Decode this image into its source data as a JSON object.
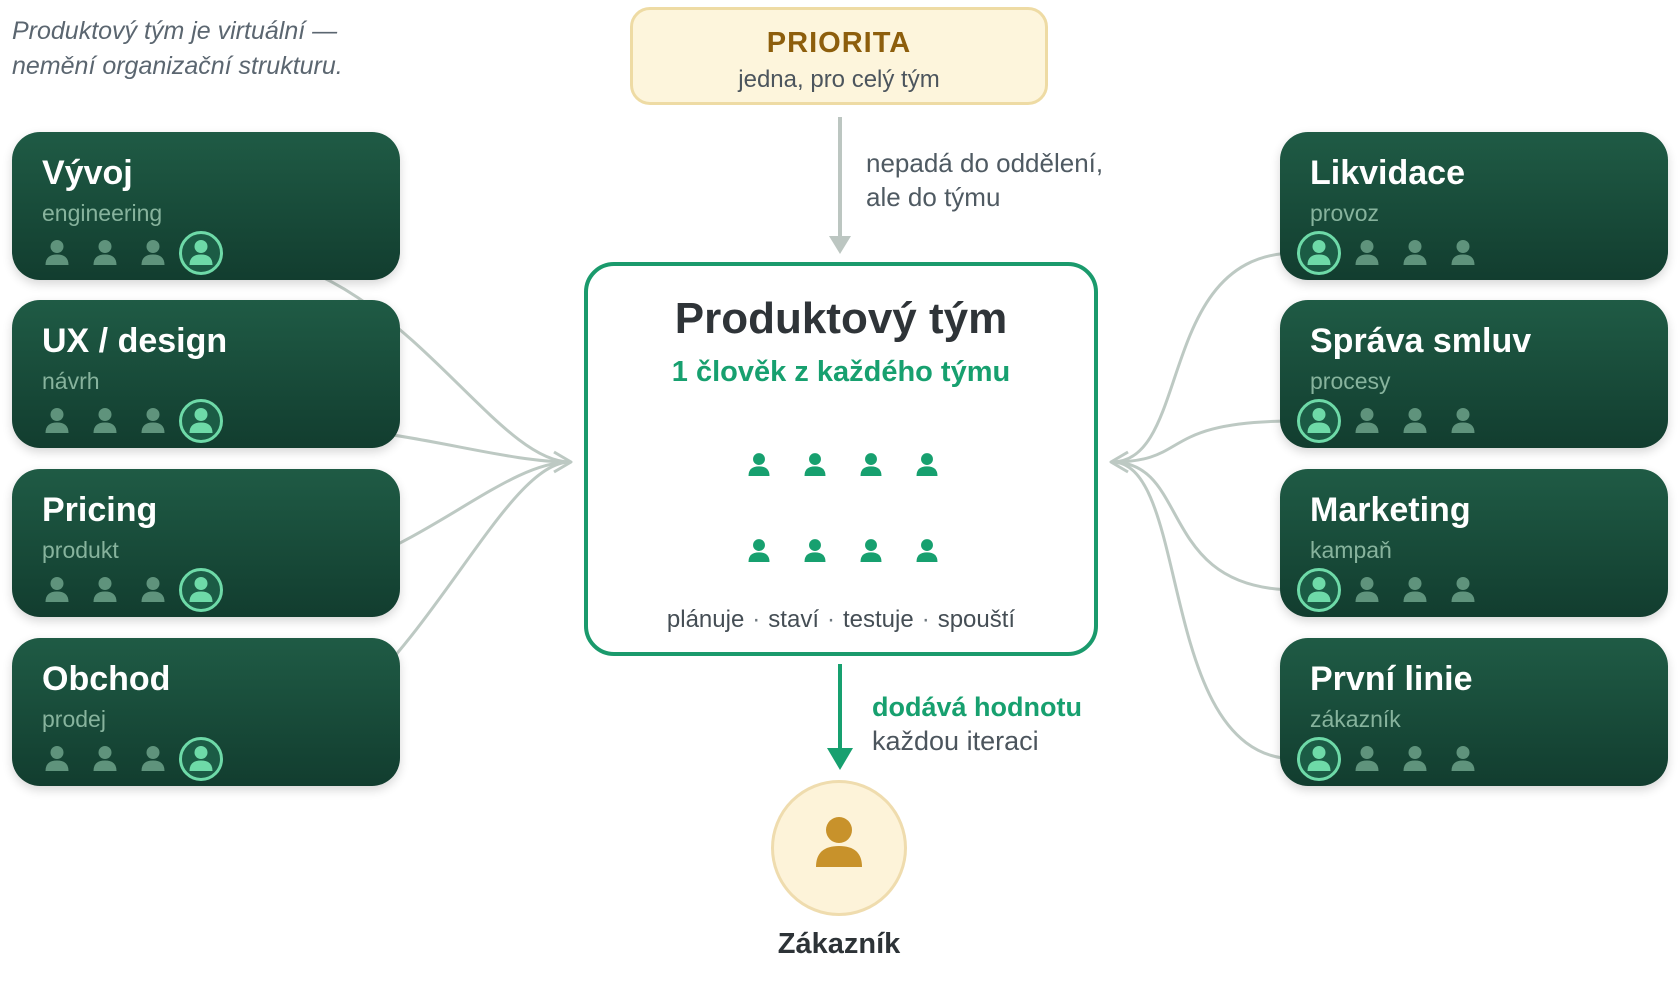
{
  "note": {
    "line1": "Produktový tým je virtuální —",
    "line2": "nemění organizační strukturu."
  },
  "priority": {
    "title": "PRIORITA",
    "subtitle": "jedna, pro celý tým"
  },
  "incoming_label": {
    "line1": "nepadá do oddělení,",
    "line2": "ale do týmu"
  },
  "product_team": {
    "title": "Produktový tým",
    "subtitle": "1 člověk z každého týmu",
    "member_count": 8,
    "activities": [
      "plánuje",
      "staví",
      "testuje",
      "spouští"
    ],
    "activity_separator": "·"
  },
  "delivery": {
    "emphasis": "dodává hodnotu",
    "rest": "každou iteraci"
  },
  "customer": {
    "label": "Zákazník",
    "icon": "person-icon"
  },
  "departments_left": [
    {
      "name": "Vývoj",
      "sub": "engineering",
      "members": 4,
      "selected_index": 3
    },
    {
      "name": "UX / design",
      "sub": "návrh",
      "members": 4,
      "selected_index": 3
    },
    {
      "name": "Pricing",
      "sub": "produkt",
      "members": 4,
      "selected_index": 3
    },
    {
      "name": "Obchod",
      "sub": "prodej",
      "members": 4,
      "selected_index": 3
    }
  ],
  "departments_right": [
    {
      "name": "Likvidace",
      "sub": "provoz",
      "members": 4,
      "selected_index": 0
    },
    {
      "name": "Správa smluv",
      "sub": "procesy",
      "members": 4,
      "selected_index": 0
    },
    {
      "name": "Marketing",
      "sub": "kampaň",
      "members": 4,
      "selected_index": 0
    },
    {
      "name": "První linie",
      "sub": "zákazník",
      "members": 4,
      "selected_index": 0
    }
  ],
  "colors": {
    "department_bg_top": "#1f5b45",
    "department_bg_bottom": "#123d2f",
    "member_muted": "#5f937c",
    "member_selected": "#6edaa8",
    "accent_green": "#17a06f",
    "team_border": "#1a9a6c",
    "connector_gray": "#bdc9c3",
    "priority_bg": "#fdf5dc",
    "priority_border": "#eedba4",
    "priority_text": "#8d5e0c",
    "customer_bg": "#fdf3d9",
    "customer_icon": "#c8922b"
  }
}
